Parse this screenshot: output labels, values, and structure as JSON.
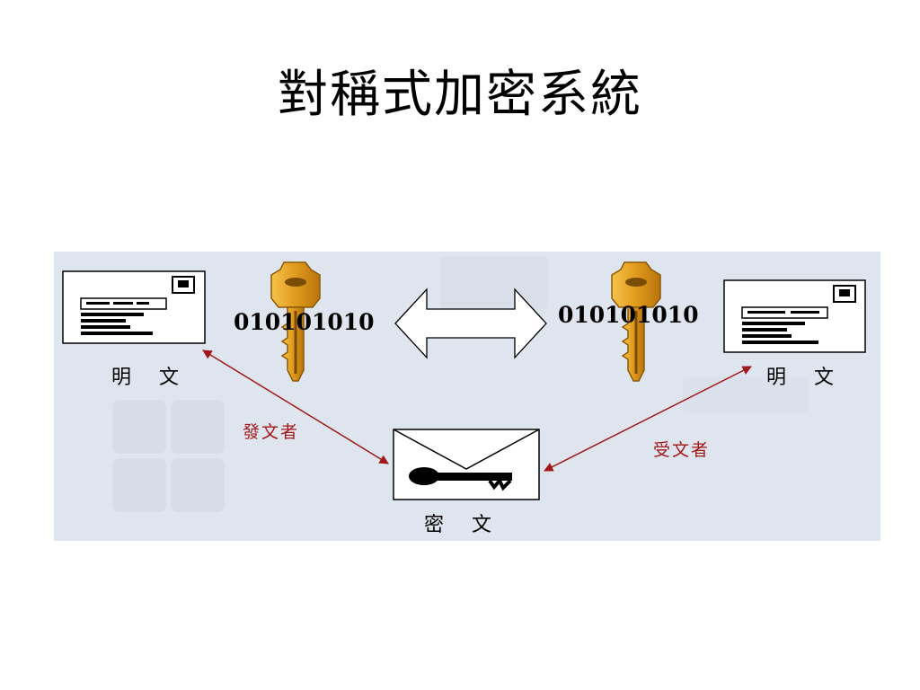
{
  "slide": {
    "title": "對稱式加密系統"
  },
  "diagram": {
    "left_document_label": "明 文",
    "right_document_label": "明 文",
    "envelope_label": "密 文",
    "left_binary": "010101010",
    "right_binary": "010101010",
    "sender_label": "發文者",
    "receiver_label": "受文者",
    "colors": {
      "panel_background": "#dfe5ee",
      "key_gold": "#e0a020",
      "arrow_red": "#a01818",
      "role_text": "#a01818"
    },
    "icons": [
      "document-icon",
      "key-icon",
      "double-arrow-icon",
      "envelope-icon"
    ]
  }
}
